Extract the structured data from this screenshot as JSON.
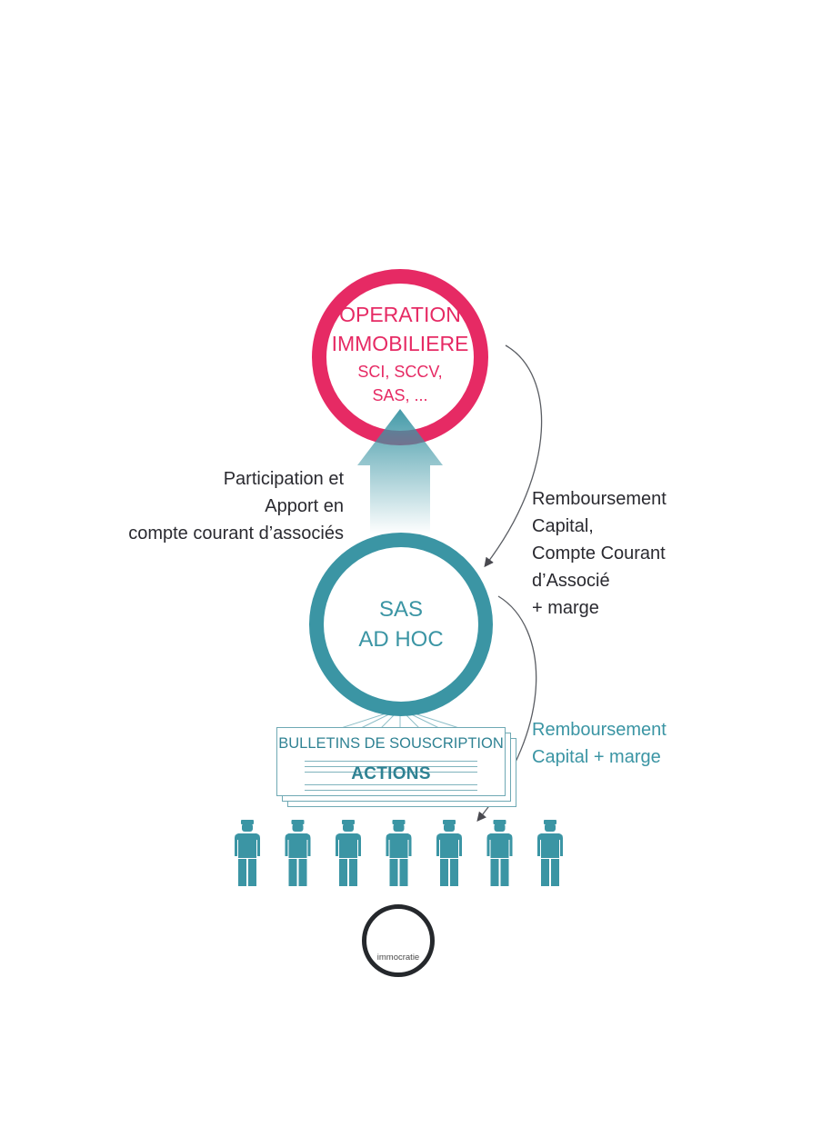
{
  "operation": {
    "line1": "OPERATION",
    "line2": "IMMOBILIERE",
    "line3": "SCI, SCCV,",
    "line4": "SAS, ..."
  },
  "sas": {
    "line1": "SAS",
    "line2": "AD HOC"
  },
  "left_label": {
    "line1": "Participation et",
    "line2": "Apport en",
    "line3": "compte courant d’associés"
  },
  "right_label_1": {
    "line1": "Remboursement",
    "line2": "Capital,",
    "line3": "Compte Courant",
    "line4": "d’Associé",
    "line5": "+ marge"
  },
  "right_label_2": {
    "line1": "Remboursement",
    "line2": "Capital + marge"
  },
  "bulletins": {
    "title": "BULLETINS DE SOUSCRIPTION",
    "subtitle": "ACTIONS"
  },
  "investors": {
    "count": 7
  },
  "logo": {
    "text": "immocratie"
  },
  "colors": {
    "pink": "#e62a64",
    "teal": "#3b95a4",
    "dark": "#2a2a30"
  }
}
